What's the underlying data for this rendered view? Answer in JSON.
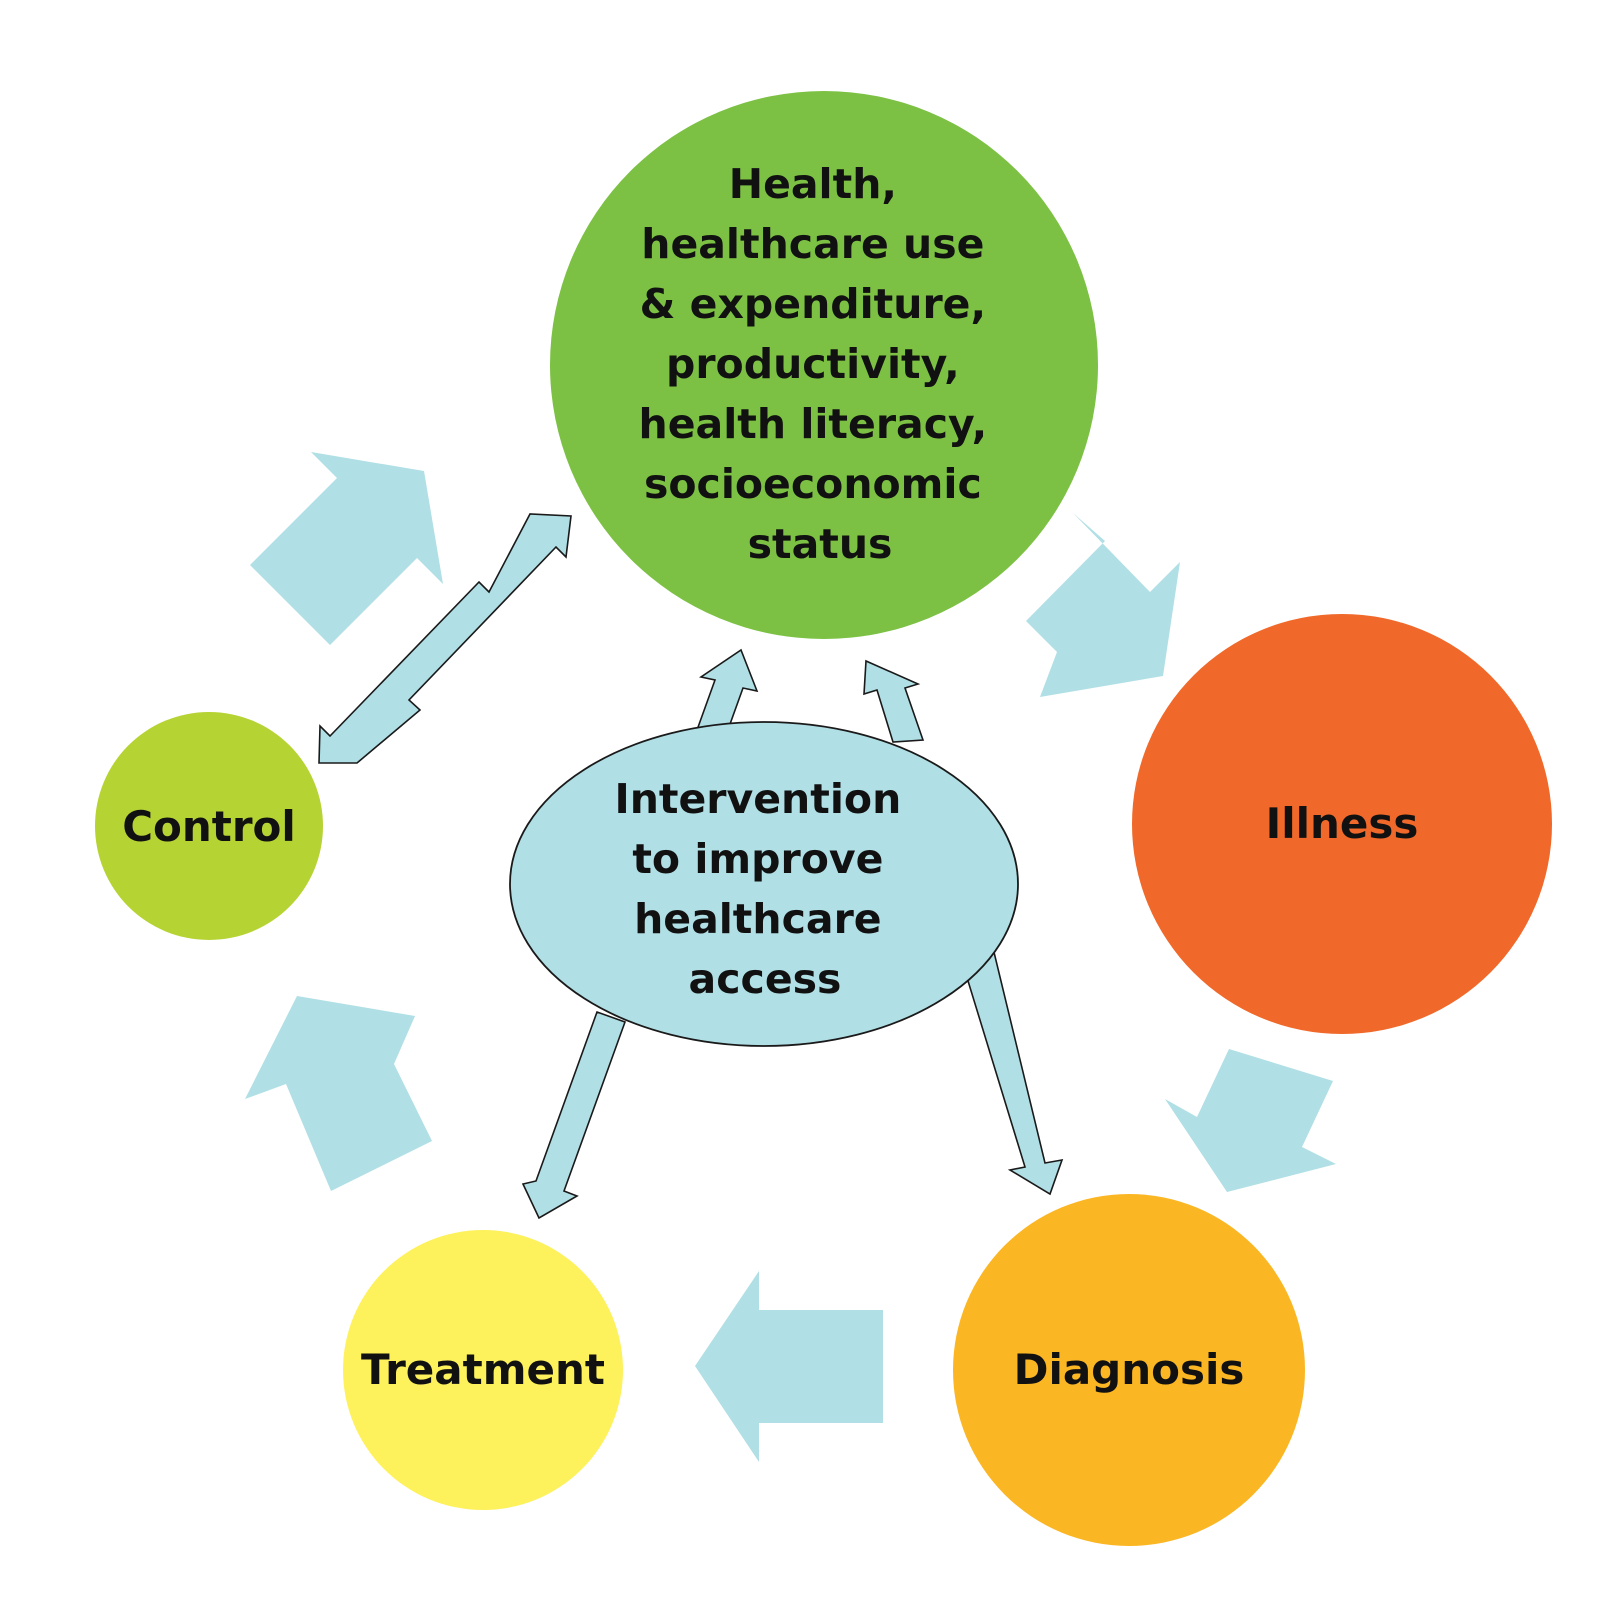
{
  "nodes": {
    "outcomes": {
      "lines": [
        "Health,",
        "healthcare use",
        "& expenditure,",
        "productivity,",
        "health literacy,",
        "socioeconomic",
        "status"
      ],
      "color": "#7cc144"
    },
    "illness": {
      "label": "Illness",
      "color": "#f0692a"
    },
    "diagnosis": {
      "label": "Diagnosis",
      "color": "#fbb624"
    },
    "treatment": {
      "label": "Treatment",
      "color": "#fdf15c"
    },
    "control": {
      "label": "Control",
      "color": "#b6d334"
    },
    "intervention": {
      "lines": [
        "Intervention",
        "to improve",
        "healthcare",
        "access"
      ],
      "color": "#b0dfe5"
    }
  },
  "arrow_color": "#b0dfe5"
}
